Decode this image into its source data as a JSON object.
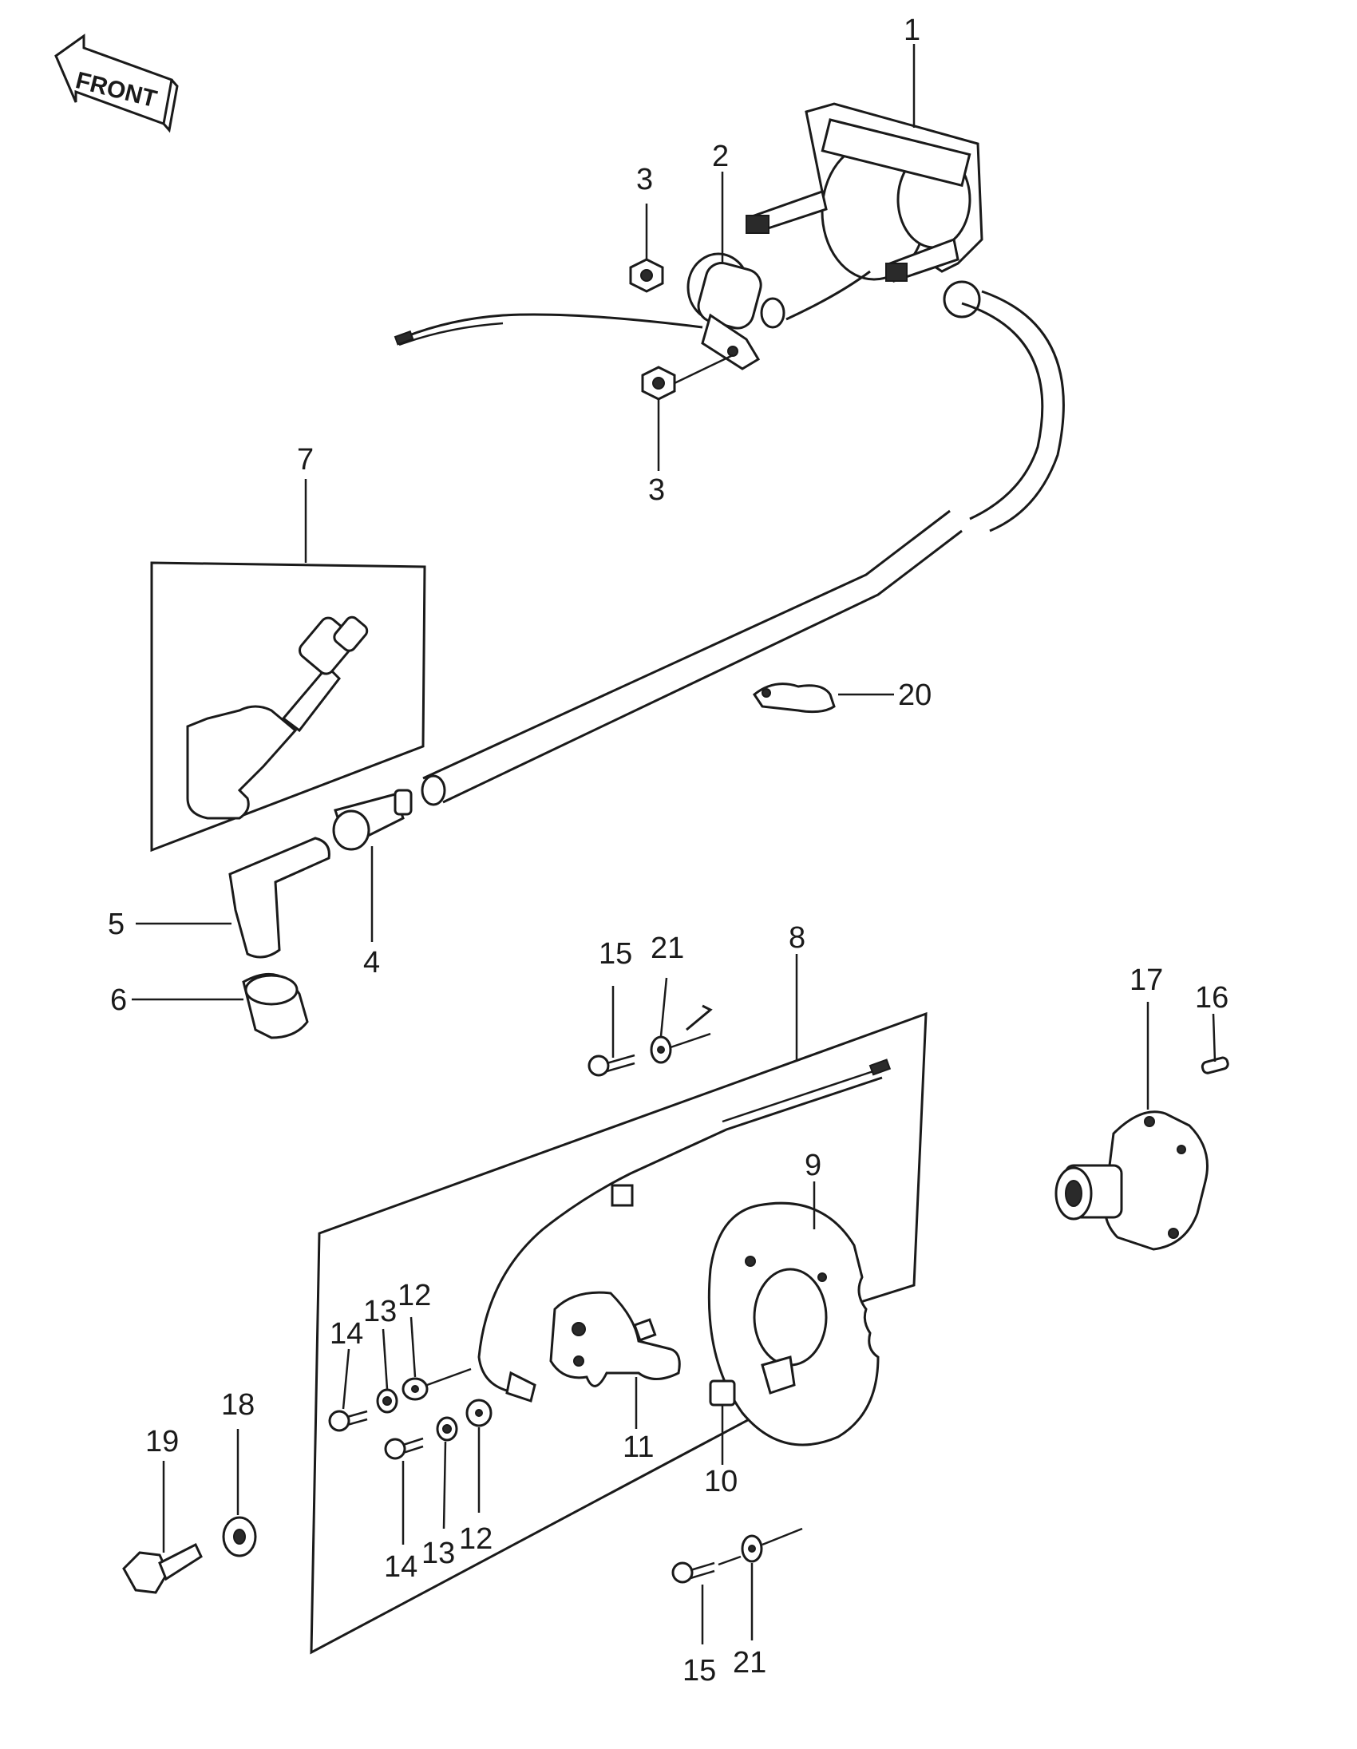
{
  "front_label": "FRONT",
  "callouts": [
    {
      "id": "c1",
      "text": "1"
    },
    {
      "id": "c2",
      "text": "2"
    },
    {
      "id": "c3a",
      "text": "3"
    },
    {
      "id": "c3b",
      "text": "3"
    },
    {
      "id": "c4",
      "text": "4"
    },
    {
      "id": "c5",
      "text": "5"
    },
    {
      "id": "c6",
      "text": "6"
    },
    {
      "id": "c7",
      "text": "7"
    },
    {
      "id": "c8",
      "text": "8"
    },
    {
      "id": "c9",
      "text": "9"
    },
    {
      "id": "c10",
      "text": "10"
    },
    {
      "id": "c11",
      "text": "11"
    },
    {
      "id": "c12a",
      "text": "12"
    },
    {
      "id": "c12b",
      "text": "12"
    },
    {
      "id": "c13a",
      "text": "13"
    },
    {
      "id": "c13b",
      "text": "13"
    },
    {
      "id": "c14a",
      "text": "14"
    },
    {
      "id": "c14b",
      "text": "14"
    },
    {
      "id": "c15a",
      "text": "15"
    },
    {
      "id": "c15b",
      "text": "15"
    },
    {
      "id": "c16",
      "text": "16"
    },
    {
      "id": "c17",
      "text": "17"
    },
    {
      "id": "c18",
      "text": "18"
    },
    {
      "id": "c19",
      "text": "19"
    },
    {
      "id": "c20",
      "text": "20"
    },
    {
      "id": "c21a",
      "text": "21"
    },
    {
      "id": "c21b",
      "text": "21"
    }
  ]
}
